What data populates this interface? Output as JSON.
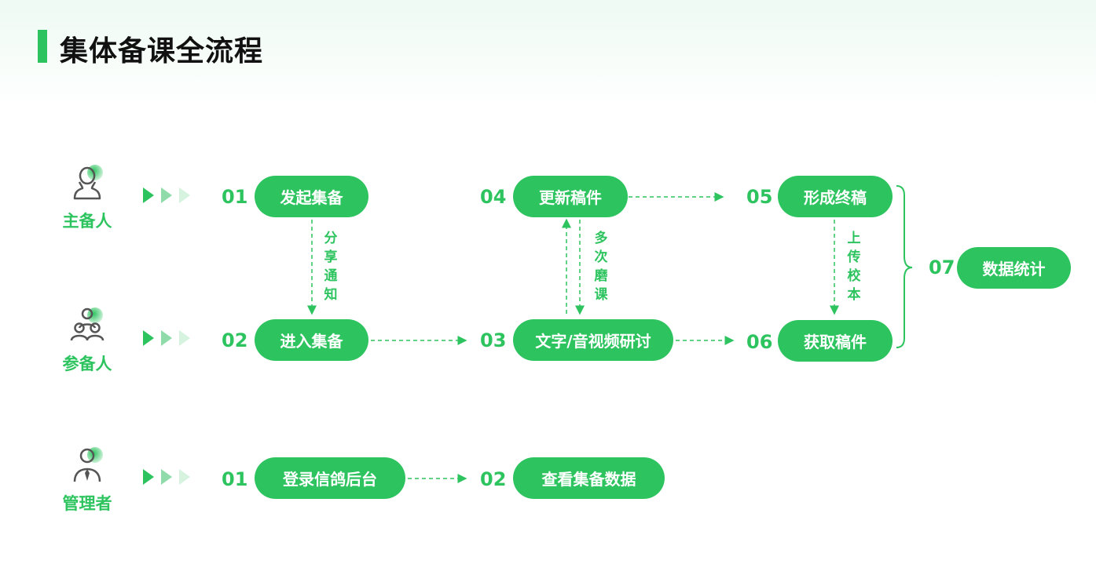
{
  "title": "集体备课全流程",
  "colors": {
    "accent": "#2dc45f",
    "title": "#111111"
  },
  "roles": {
    "host": {
      "label": "主备人",
      "icon": "single-person-icon"
    },
    "participant": {
      "label": "参备人",
      "icon": "group-people-icon"
    },
    "admin": {
      "label": "管理者",
      "icon": "manager-tie-icon"
    }
  },
  "steps": {
    "host_01": {
      "num": "01",
      "label": "发起集备"
    },
    "host_04": {
      "num": "04",
      "label": "更新稿件"
    },
    "host_05": {
      "num": "05",
      "label": "形成终稿"
    },
    "part_02": {
      "num": "02",
      "label": "进入集备"
    },
    "part_03": {
      "num": "03",
      "label": "文字/音视频研讨"
    },
    "part_06": {
      "num": "06",
      "label": "获取稿件"
    },
    "final_07": {
      "num": "07",
      "label": "数据统计"
    },
    "admin_01": {
      "num": "01",
      "label": "登录信鸽后台"
    },
    "admin_02": {
      "num": "02",
      "label": "查看集备数据"
    }
  },
  "annotations": {
    "share_notify": [
      "分",
      "享",
      "通",
      "知"
    ],
    "multi_review": [
      "多",
      "次",
      "磨",
      "课"
    ],
    "upload_school": [
      "上",
      "传",
      "校",
      "本"
    ]
  }
}
